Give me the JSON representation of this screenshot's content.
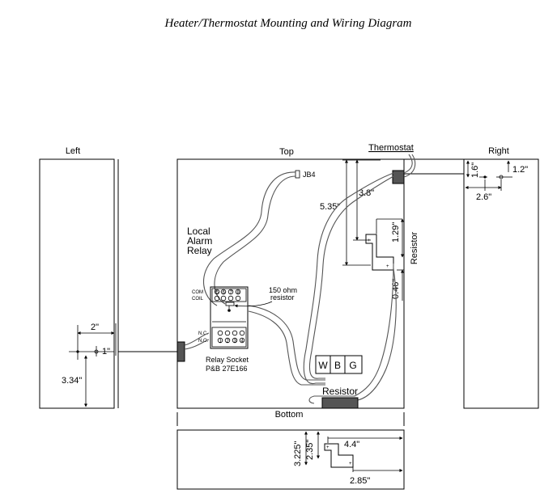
{
  "title": "Heater/Thermostat Mounting and Wiring Diagram",
  "panels": {
    "left": "Left",
    "top": "Top",
    "right": "Right",
    "bottom": "Bottom"
  },
  "components": {
    "thermostat": "Thermostat",
    "resistor_side": "Resistor",
    "resistor_bottom": "Resistor",
    "jb4": "JB4",
    "relay_label": [
      "Local",
      "Alarm",
      "Relay"
    ],
    "resistor_150": [
      "150 ohm",
      "resistor"
    ],
    "relay_socket": [
      "Relay Socket",
      "P&B 27E166"
    ],
    "terminals": [
      "W",
      "B",
      "G"
    ],
    "relay_pins": [
      "COM",
      "COIL",
      "N.C.",
      "N.O."
    ],
    "pin_numbers_top": [
      "5",
      "6",
      "7",
      "8"
    ],
    "pin_numbers_bottom": [
      "1",
      "2",
      "3",
      "4"
    ],
    "plus": "+"
  },
  "dimensions": {
    "left_2": "2\"",
    "left_1": "1\"",
    "left_334": "3.34\"",
    "top_535": "5.35\"",
    "top_38": "3.8\"",
    "top_129": "1.29\"",
    "top_046": "0.46\"",
    "right_16": "1.6\"",
    "right_12": "1.2\"",
    "right_26": "2.6\"",
    "bottom_3225": "3.225\"",
    "bottom_235": "2.35\"",
    "bottom_44": "4.4\"",
    "bottom_285": "2.85\""
  }
}
